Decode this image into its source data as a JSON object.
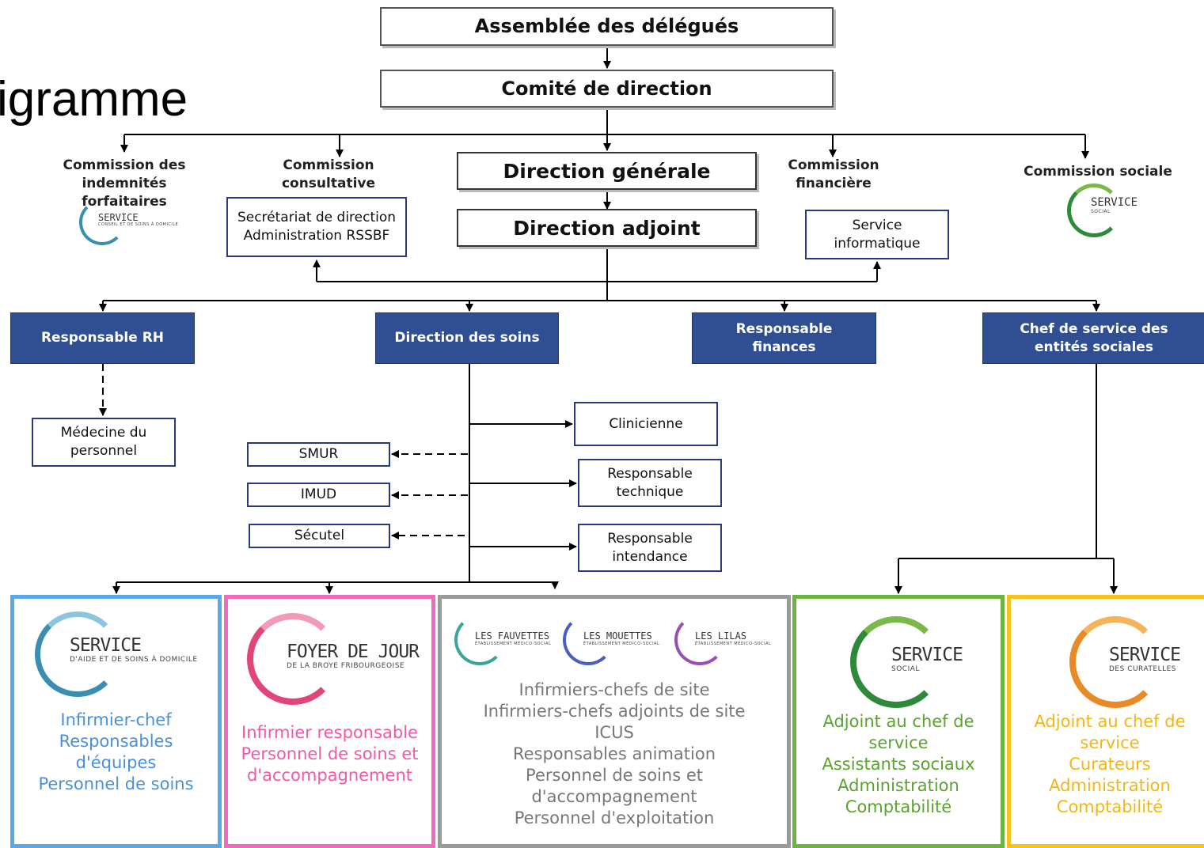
{
  "title": "igramme",
  "top": {
    "assembly": "Assemblée des délégués",
    "committee": "Comité de direction",
    "general": "Direction générale",
    "deputy": "Direction adjoint"
  },
  "commissions": {
    "indemnites": "Commission des indemnités forfaitaires",
    "consultative": "Commission consultative",
    "financiere": "Commission financière",
    "sociale": "Commission sociale"
  },
  "staff_boxes": {
    "secretariat_line1": "Secrétariat de direction",
    "secretariat_line2": "Administration RSSBF",
    "informatique": "Service informatique"
  },
  "departments": {
    "rh": "Responsable RH",
    "soins": "Direction des soins",
    "finances": "Responsable finances",
    "social": "Chef de service des entités sociales"
  },
  "sub_units": {
    "medecine": "Médecine du personnel",
    "smur": "SMUR",
    "imud": "IMUD",
    "secutel": "Sécutel",
    "clinicienne": "Clinicienne",
    "technique": "Responsable technique",
    "intendance": "Responsable intendance"
  },
  "logos": {
    "small_service_indemn": {
      "name": "SERVICE",
      "sub": "CONSEIL ET DE SOINS À DOMICILE"
    },
    "small_service_social": {
      "name": "SERVICE",
      "sub": "SOCIAL"
    },
    "aide_soins": {
      "name": "SERVICE",
      "sub": "D'AIDE ET DE SOINS À DOMICILE",
      "color": "#3a8fb0"
    },
    "foyer": {
      "name": "FOYER DE JOUR",
      "sub": "DE LA BROYE FRIBOURGEOISE",
      "color": "#e0457b"
    },
    "fauvettes": {
      "name": "LES FAUVETTES",
      "sub": "ÉTABLISSEMENT MÉDICO-SOCIAL",
      "color": "#3aa59a"
    },
    "mouettes": {
      "name": "LES MOUETTES",
      "sub": "ÉTABLISSEMENT MÉDICO-SOCIAL",
      "color": "#4a5fc2"
    },
    "lilas": {
      "name": "LES LILAS",
      "sub": "ÉTABLISSEMENT MÉDICO-SOCIAL",
      "color": "#9a4fb8"
    },
    "social": {
      "name": "SERVICE",
      "sub": "SOCIAL",
      "color": "#2e8a3a"
    },
    "curatelles": {
      "name": "SERVICE",
      "sub": "DES CURATELLES",
      "color": "#e88a25"
    }
  },
  "panels": {
    "aide_soins": {
      "color": "#5aa8e6",
      "lines": [
        "Infirmier-chef",
        "Responsables",
        "d'équipes",
        "Personnel de soins"
      ]
    },
    "foyer": {
      "color": "#f06bc0",
      "lines": [
        "Infirmier responsable",
        "Personnel de soins et",
        "d'accompagnement"
      ]
    },
    "ems": {
      "color": "#9a9a9a",
      "lines": [
        "Infirmiers-chefs de site",
        "Infirmiers-chefs adjoints de site",
        "ICUS",
        "Responsables animation",
        "Personnel de soins et",
        "d'accompagnement",
        "Personnel d'exploitation"
      ]
    },
    "social": {
      "color": "#6db33f",
      "lines": [
        "Adjoint au chef de",
        "service",
        "Assistants sociaux",
        "Administration",
        "Comptabilité"
      ]
    },
    "curatelles": {
      "color": "#f7c21a",
      "lines": [
        "Adjoint au chef de",
        "service",
        "Curateurs",
        "Administration",
        "Comptabilité"
      ]
    }
  },
  "colors": {
    "department_fill": "#2f4f92",
    "connector": "#000000"
  }
}
